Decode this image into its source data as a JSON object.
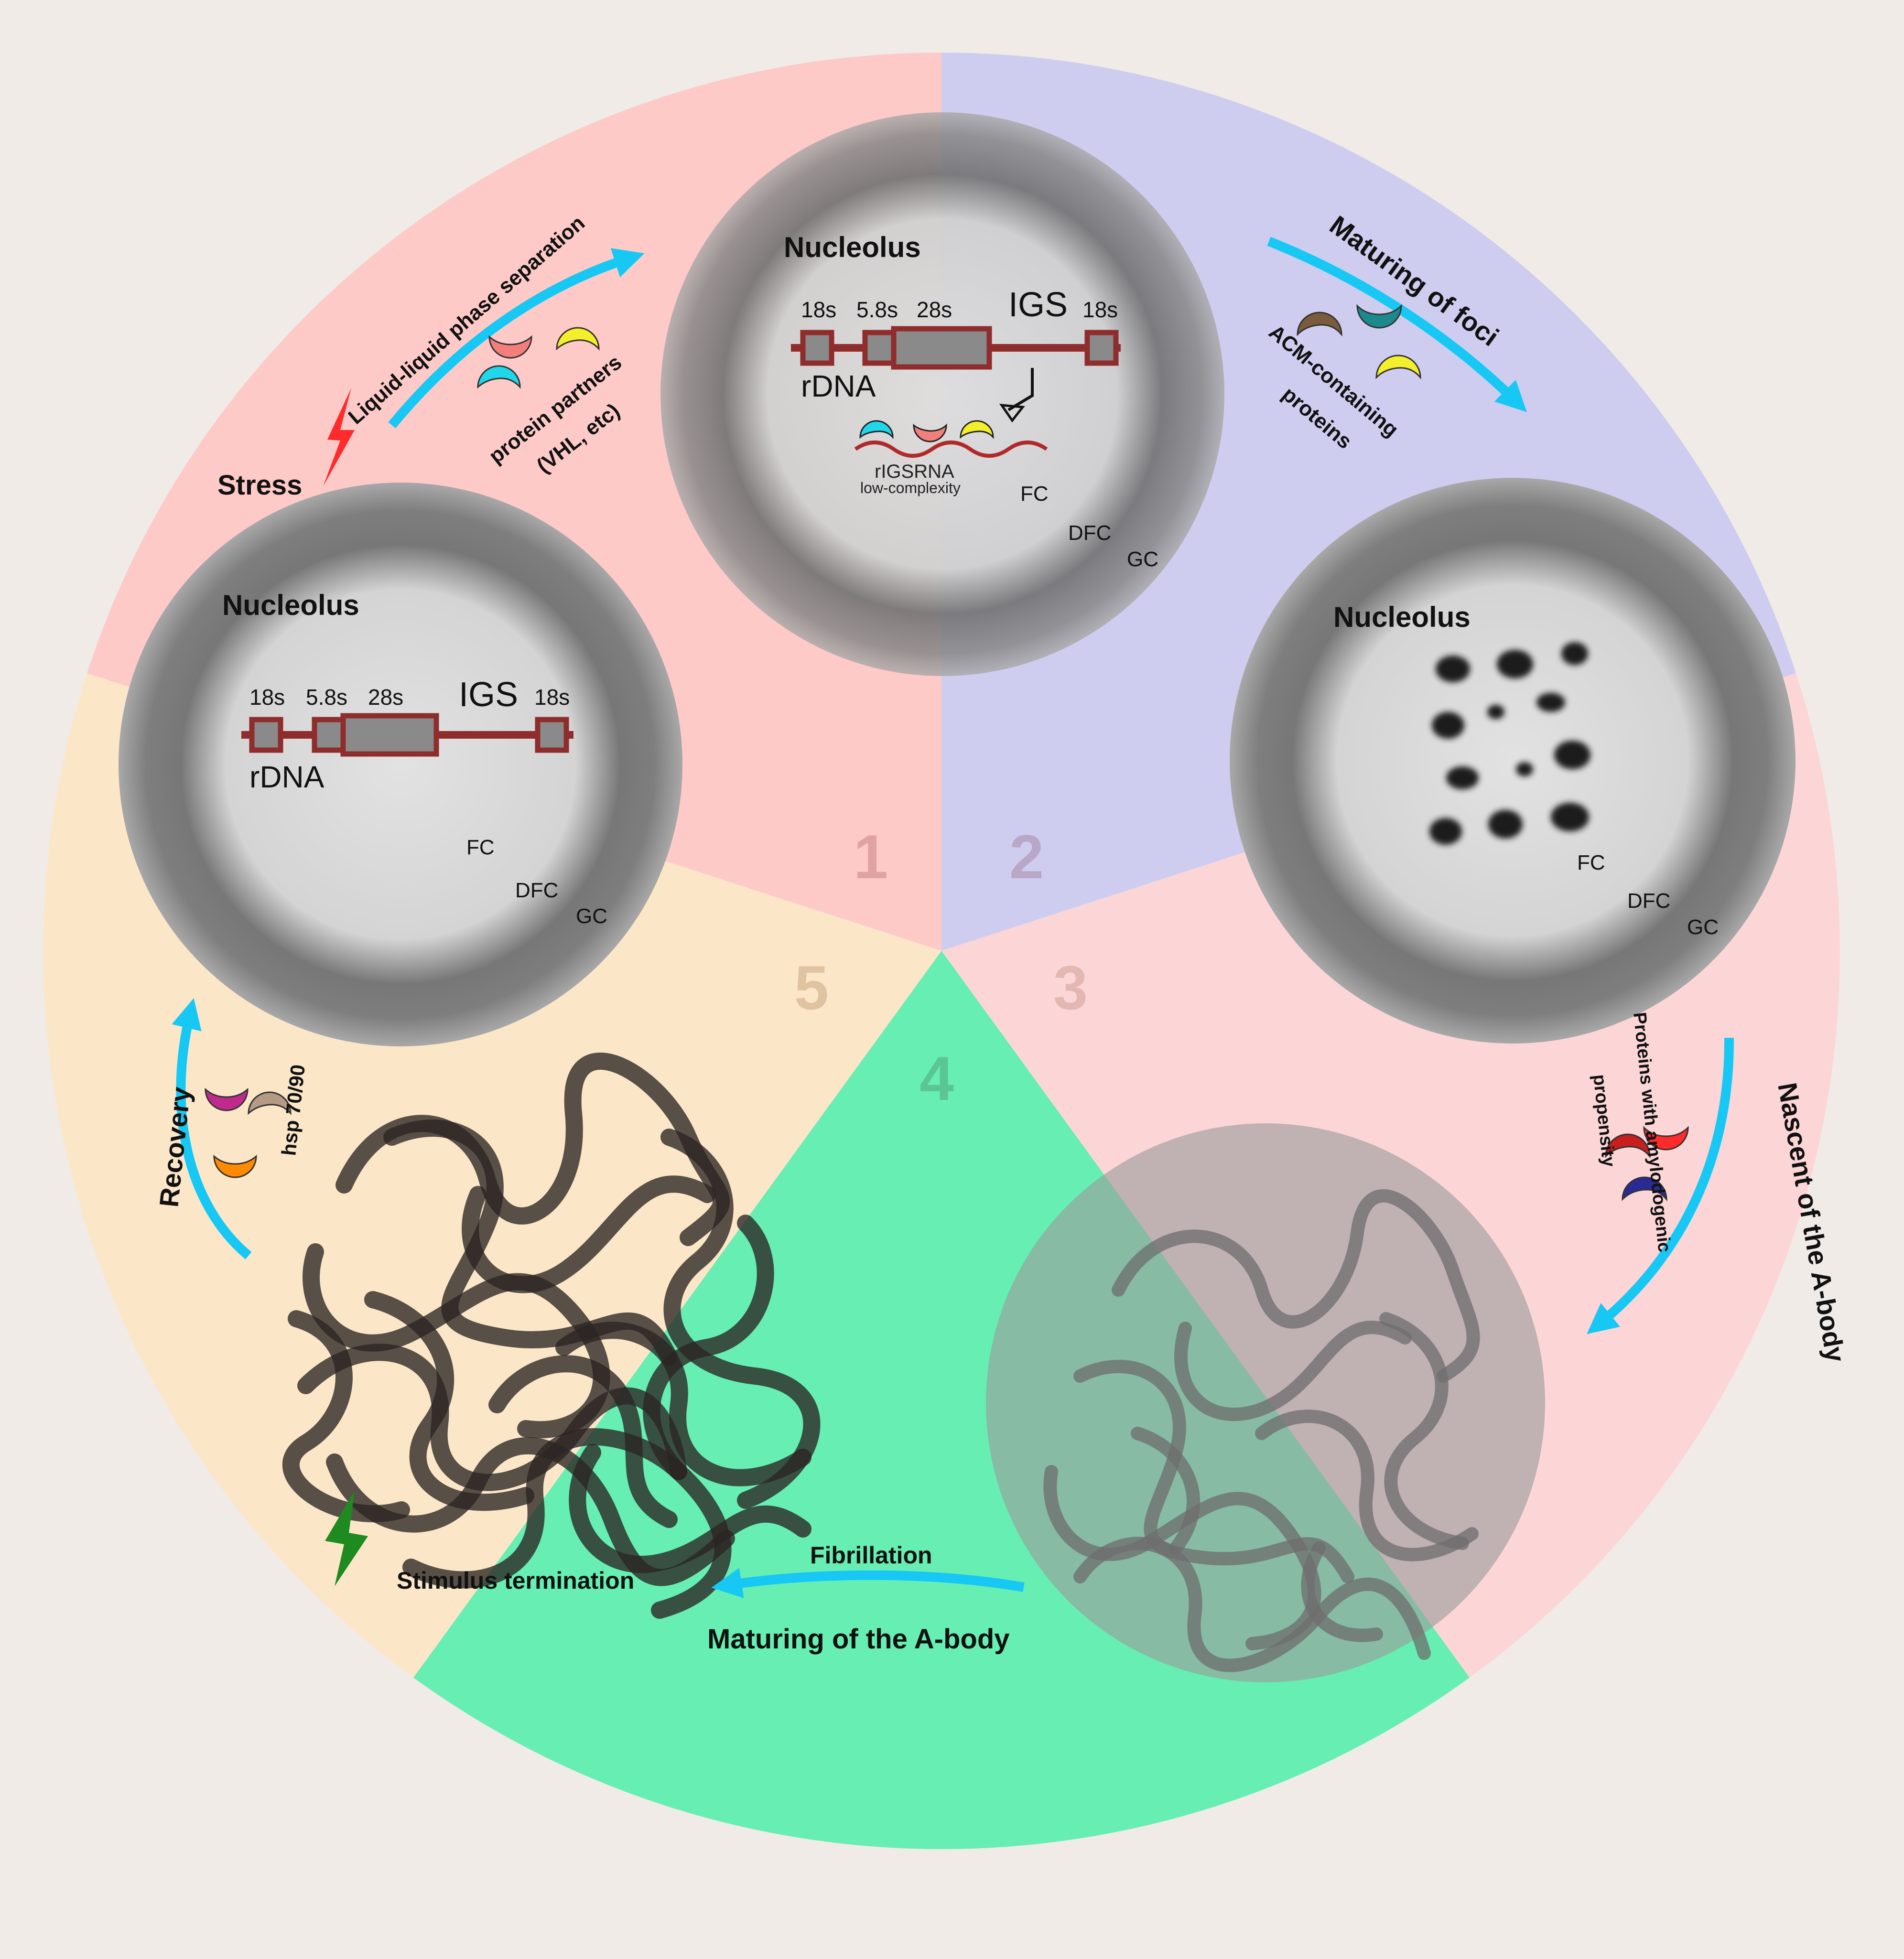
{
  "colors": {
    "background": "#f0ebe7",
    "sector1": "#fdcac8",
    "sector2": "#cfcdef",
    "sector3": "#fcd6d7",
    "sector4": "#67eeb2",
    "sector5": "#fbe7c8",
    "arrow": "#17c8f4",
    "rdna_line": "#8f2c2c",
    "nucleolus_ring": "#8c8c8c",
    "nucleolus_core": "#dcdcdc"
  },
  "sectors": {
    "s1": "1",
    "s2": "2",
    "s3": "3",
    "s4": "4",
    "s5": "5"
  },
  "top_nucleolus": {
    "title": "Nucleolus",
    "seg_18s_a": "18s",
    "seg_58s": "5.8s",
    "seg_28s": "28s",
    "seg_igs": "IGS",
    "seg_18s_b": "18s",
    "rdna": "rDNA",
    "rna_label": "rIGSRNA",
    "rna_sub": "low-complexity",
    "fc": "FC",
    "dfc": "DFC",
    "gc": "GC"
  },
  "left_nucleolus": {
    "title": "Nucleolus",
    "seg_18s_a": "18s",
    "seg_58s": "5.8s",
    "seg_28s": "28s",
    "seg_igs": "IGS",
    "seg_18s_b": "18s",
    "rdna": "rDNA",
    "fc": "FC",
    "dfc": "DFC",
    "gc": "GC"
  },
  "right_nucleolus": {
    "title": "Nucleolus",
    "fc": "FC",
    "dfc": "DFC",
    "gc": "GC"
  },
  "labels": {
    "stress": "Stress",
    "llps": "Liquid-liquid phase separation",
    "partners_1": "protein partners",
    "partners_2": "(VHL, etc)",
    "maturing_foci": "Maturing of foci",
    "acm_1": "ACM-containing",
    "acm_2": "proteins",
    "nascent": "Nascent of the A-body",
    "amyloid_1": "Proteins with amylodogenic",
    "amyloid_2": "propensity",
    "fibrillation": "Fibrillation",
    "maturing_abody": "Maturing of the A-body",
    "stimulus": "Stimulus termination",
    "recovery": "Recovery",
    "hsp": "hsp 70/90"
  }
}
